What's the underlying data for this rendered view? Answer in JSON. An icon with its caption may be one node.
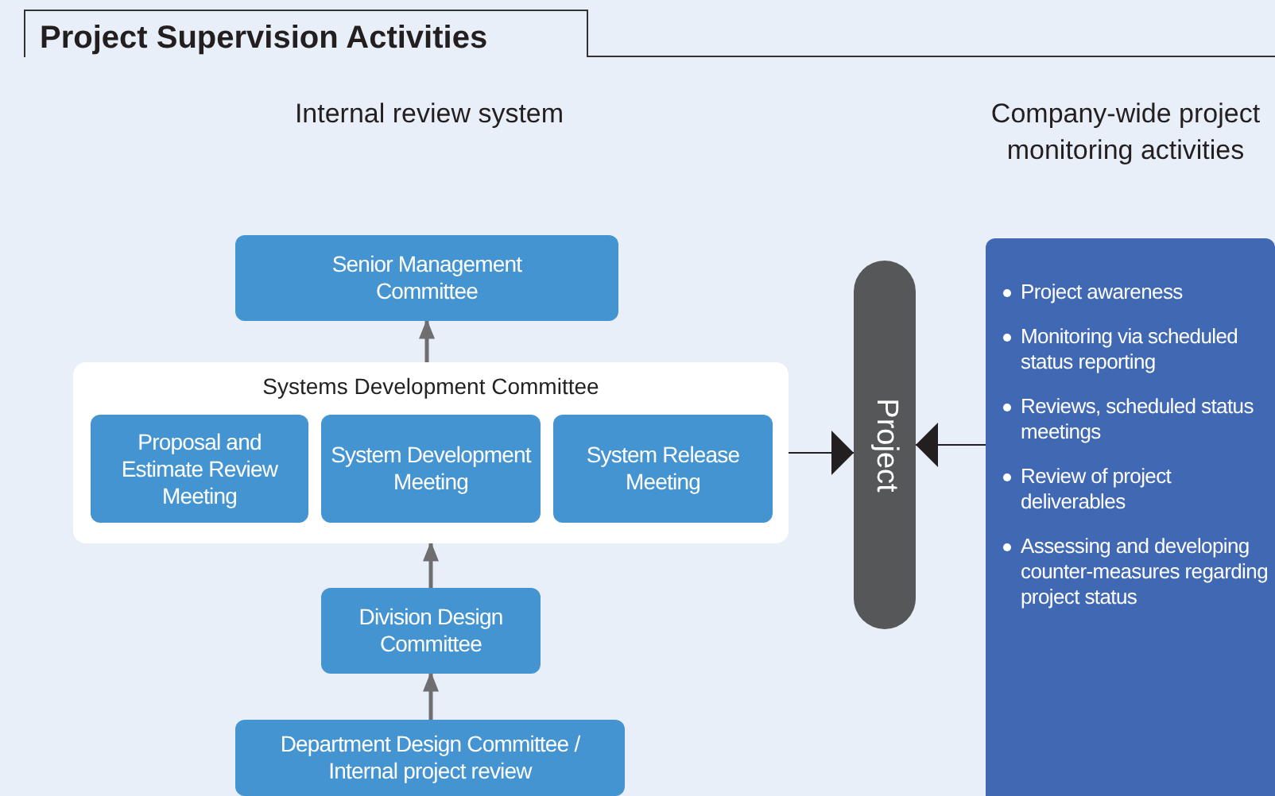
{
  "diagram": {
    "title": "Project Supervision Activities",
    "nodes": [
      {
        "text": [
          "Senior Management Committee"
        ]
      },
      {
        "text": [
          "Systems Development Committee"
        ]
      },
      {
        "text": [
          "Proposal and Estimate Review Meeting"
        ],
        "in": 1
      },
      {
        "text": [
          "System Development Meeting"
        ],
        "in": 1
      },
      {
        "text": [
          "System Release Meeting"
        ],
        "in": 1
      },
      {
        "text": [
          "Division Design Committee"
        ]
      },
      {
        "text": [
          "Department Design Committee / Internal project review"
        ]
      },
      {
        "text": [
          "Project"
        ]
      },
      {
        "text": [
          "Project awareness",
          "Monitoring via scheduled status reporting",
          "Reviews, scheduled status meetings",
          "Review of project deliverables",
          "Assessing and developing counter-measures regarding project status"
        ]
      }
    ],
    "edges": [
      {
        "from": 1,
        "to": 0,
        "arrow": "to"
      },
      {
        "from": 5,
        "to": 1,
        "arrow": "to"
      },
      {
        "from": 6,
        "to": 5,
        "arrow": "to"
      },
      {
        "from": 1,
        "to": 7,
        "arrow": "to"
      },
      {
        "from": 8,
        "to": 7,
        "arrow": "to"
      }
    ],
    "labels": [
      "Internal review system",
      "Company-wide project monitoring activities"
    ]
  }
}
